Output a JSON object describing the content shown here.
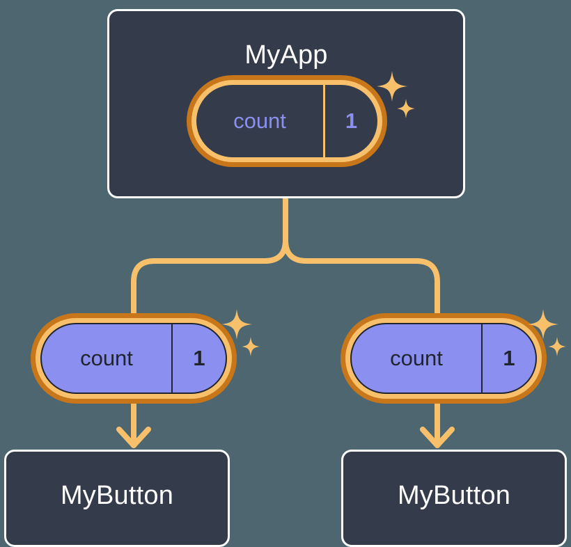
{
  "diagram": {
    "title_root": "MyApp",
    "background_color": "#4d6670",
    "card_color": "#343b4a",
    "card_border_color": "#ffffff",
    "accent_orange_light": "#f8c06a",
    "accent_orange_dark": "#c8761a",
    "signal_purple": "#8b90f0",
    "text_dark": "#20242e",
    "text_light": "#ffffff"
  },
  "root": {
    "label": "MyApp",
    "signal": {
      "name": "count",
      "value": "1",
      "style": "dark"
    }
  },
  "children": [
    {
      "label": "MyButton",
      "signal": {
        "name": "count",
        "value": "1",
        "style": "filled"
      }
    },
    {
      "label": "MyButton",
      "signal": {
        "name": "count",
        "value": "1",
        "style": "filled"
      }
    }
  ],
  "icons": {
    "sparkle_large": "sparkle-four-point-large",
    "sparkle_small": "sparkle-four-point-small",
    "arrow": "arrow-down"
  }
}
